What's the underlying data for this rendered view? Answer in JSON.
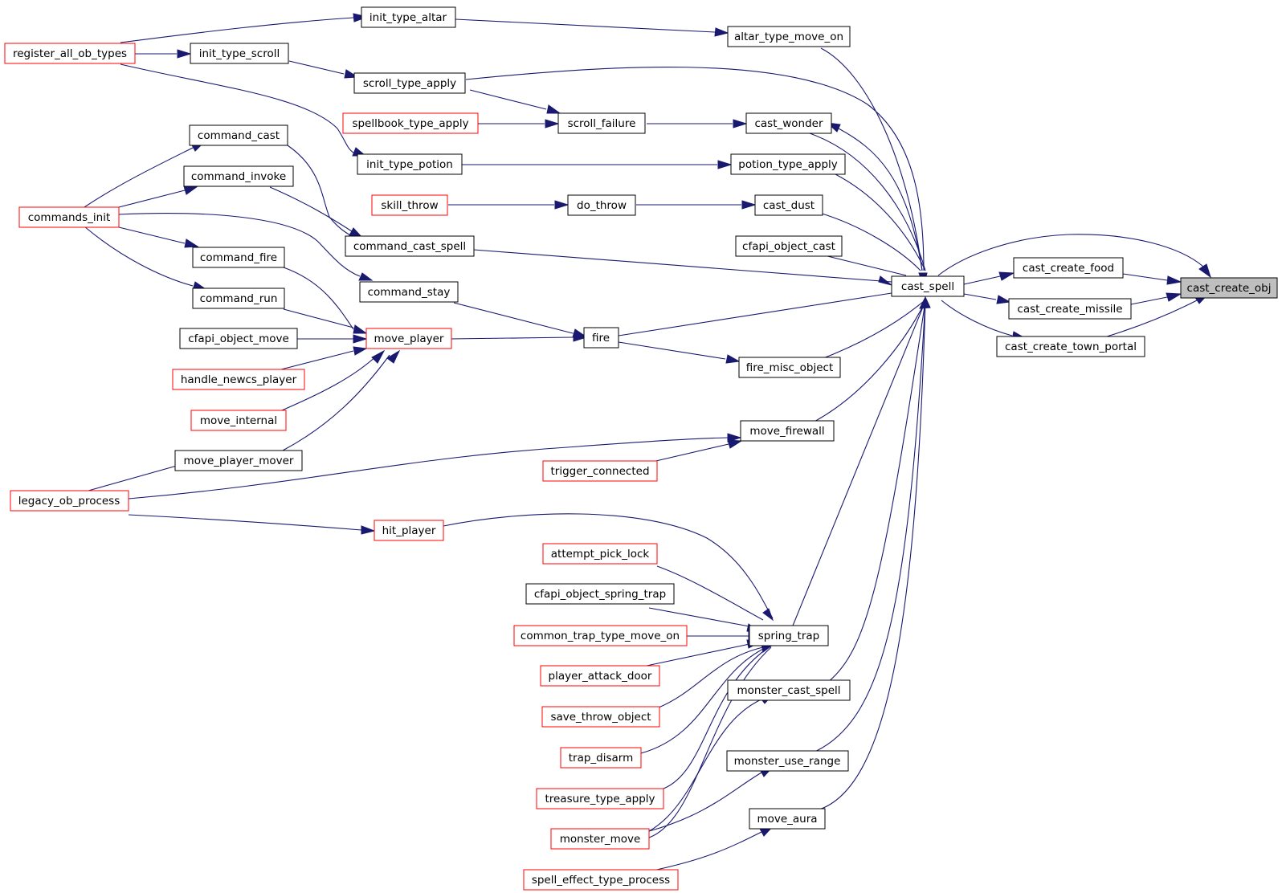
{
  "nodes": {
    "cast_create_obj": "cast_create_obj",
    "cast_create_food": "cast_create_food",
    "cast_create_missile": "cast_create_missile",
    "cast_create_town_portal": "cast_create_town_portal",
    "cast_spell": "cast_spell",
    "altar_type_move_on": "altar_type_move_on",
    "scroll_type_apply": "scroll_type_apply",
    "cast_wonder": "cast_wonder",
    "potion_type_apply": "potion_type_apply",
    "cast_dust": "cast_dust",
    "cfapi_object_cast": "cfapi_object_cast",
    "command_cast_spell": "command_cast_spell",
    "fire": "fire",
    "fire_misc_object": "fire_misc_object",
    "move_firewall": "move_firewall",
    "spring_trap": "spring_trap",
    "monster_cast_spell": "monster_cast_spell",
    "monster_use_range": "monster_use_range",
    "move_aura": "move_aura",
    "init_type_altar": "init_type_altar",
    "register_all_ob_types": "register_all_ob_types",
    "init_type_scroll": "init_type_scroll",
    "scroll_failure": "scroll_failure",
    "spellbook_type_apply": "spellbook_type_apply",
    "init_type_potion": "init_type_potion",
    "do_throw": "do_throw",
    "skill_throw": "skill_throw",
    "command_cast": "command_cast",
    "command_invoke": "command_invoke",
    "commands_init": "commands_init",
    "command_fire": "command_fire",
    "command_run": "command_run",
    "command_stay": "command_stay",
    "move_player": "move_player",
    "cfapi_object_move": "cfapi_object_move",
    "handle_newcs_player": "handle_newcs_player",
    "move_internal": "move_internal",
    "move_player_mover": "move_player_mover",
    "legacy_ob_process": "legacy_ob_process",
    "trigger_connected": "trigger_connected",
    "hit_player": "hit_player",
    "attempt_pick_lock": "attempt_pick_lock",
    "cfapi_object_spring_trap": "cfapi_object_spring_trap",
    "common_trap_type_move_on": "common_trap_type_move_on",
    "player_attack_door": "player_attack_door",
    "save_throw_object": "save_throw_object",
    "trap_disarm": "trap_disarm",
    "treasure_type_apply": "treasure_type_apply",
    "monster_move": "monster_move",
    "spell_effect_type_process": "spell_effect_type_process"
  },
  "colors": {
    "edge": "#191970",
    "focus_fill": "#bfbfbf",
    "link_border": "#ff0000",
    "default_border": "#000000"
  }
}
